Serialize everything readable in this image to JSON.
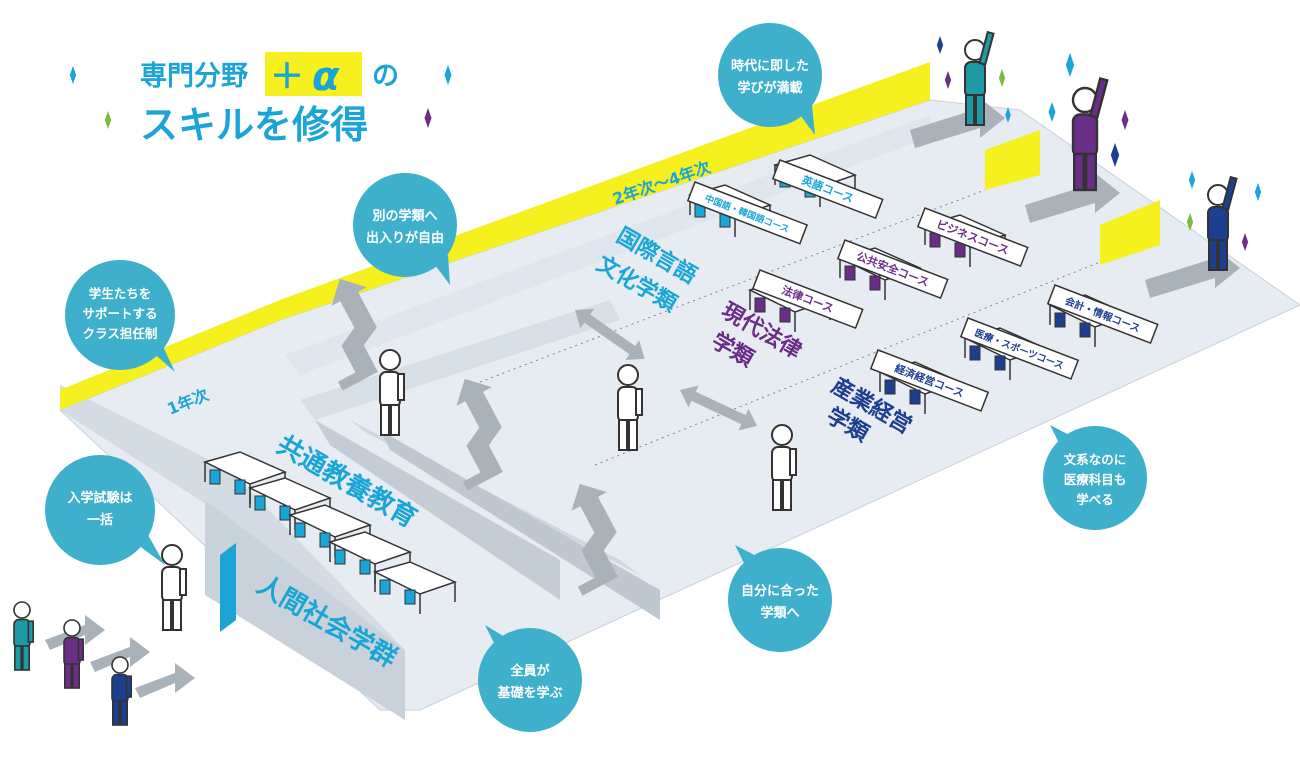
{
  "headline": {
    "line1_prefix": "専門分野",
    "plus": "＋",
    "alpha": "α",
    "line1_suffix": "の",
    "line2": "スキルを修得"
  },
  "year_labels": {
    "first_year": "1年次",
    "upper_years": "2年次〜4年次"
  },
  "wall_signs": {
    "division": "人間社会学群",
    "common_education": "共通教養教育"
  },
  "departments": {
    "intl": {
      "line1": "国際言語",
      "line2": "文化学類"
    },
    "law": {
      "line1": "現代法律",
      "line2": "学類"
    },
    "industry": {
      "line1": "産業経営",
      "line2": "学類"
    }
  },
  "courses": {
    "english": "英語コース",
    "chinese_korean": "中国語・韓国語コース",
    "business": "ビジネスコース",
    "public_safety": "公共安全コース",
    "law": "法律コース",
    "accounting": "会計・情報コース",
    "medical_sports": "医療・スポーツコース",
    "economics": "経済経営コース"
  },
  "bubbles": {
    "homeroom": [
      "学生たちを",
      "サポートする",
      "クラス担任制"
    ],
    "entrance": [
      "入学試験は",
      "一括"
    ],
    "basics": [
      "全員が",
      "基礎を学ぶ"
    ],
    "free_move": [
      "別の学類へ",
      "出入りが自由"
    ],
    "timely": [
      "時代に即した",
      "学びが満載"
    ],
    "suitable": [
      "自分に合った",
      "学類へ"
    ],
    "medical": [
      "文系なのに",
      "医療科目も",
      "学べる"
    ]
  },
  "colors": {
    "bubble": "#3fb0cb",
    "floor": "#e6ecf2",
    "wall": "#cdd6df",
    "yellow": "#f5f01e",
    "cyan": "#1aa5d6",
    "teal": "#1e9aa6",
    "purple": "#6b2e86",
    "navy": "#1d3f8f",
    "green": "#7dbb3e",
    "arrow": "#a9b1b9"
  }
}
